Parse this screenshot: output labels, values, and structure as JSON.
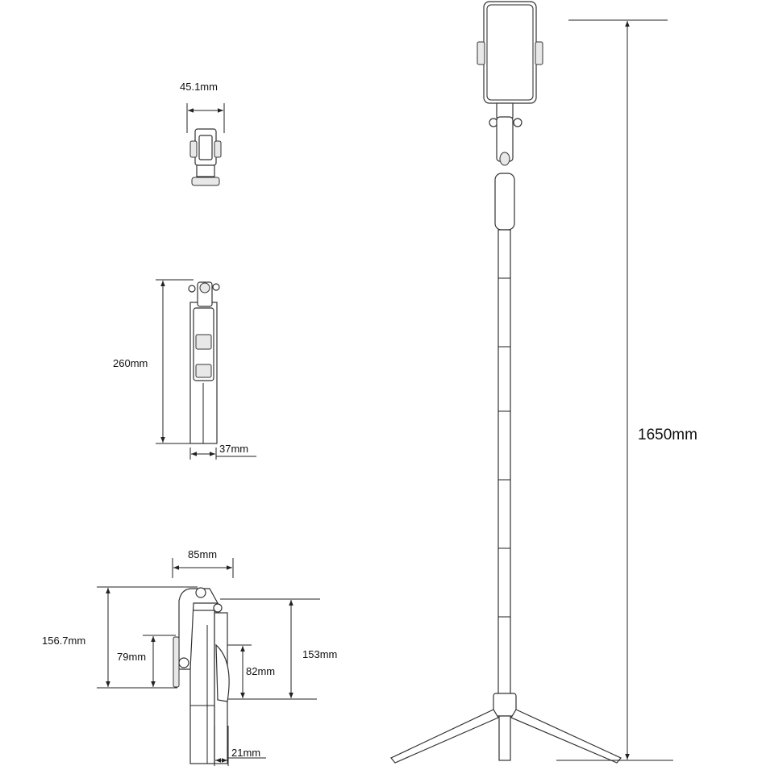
{
  "dimensions": {
    "phone_clamp_width": "45.1mm",
    "folded_length": "260mm",
    "folded_width": "37mm",
    "tripod_span": "85mm",
    "open_height": "156.7mm",
    "clamp_height": "79mm",
    "remote_height": "82mm",
    "tripod_height": "153mm",
    "remote_depth": "21mm",
    "extended_height": "1650mm"
  }
}
